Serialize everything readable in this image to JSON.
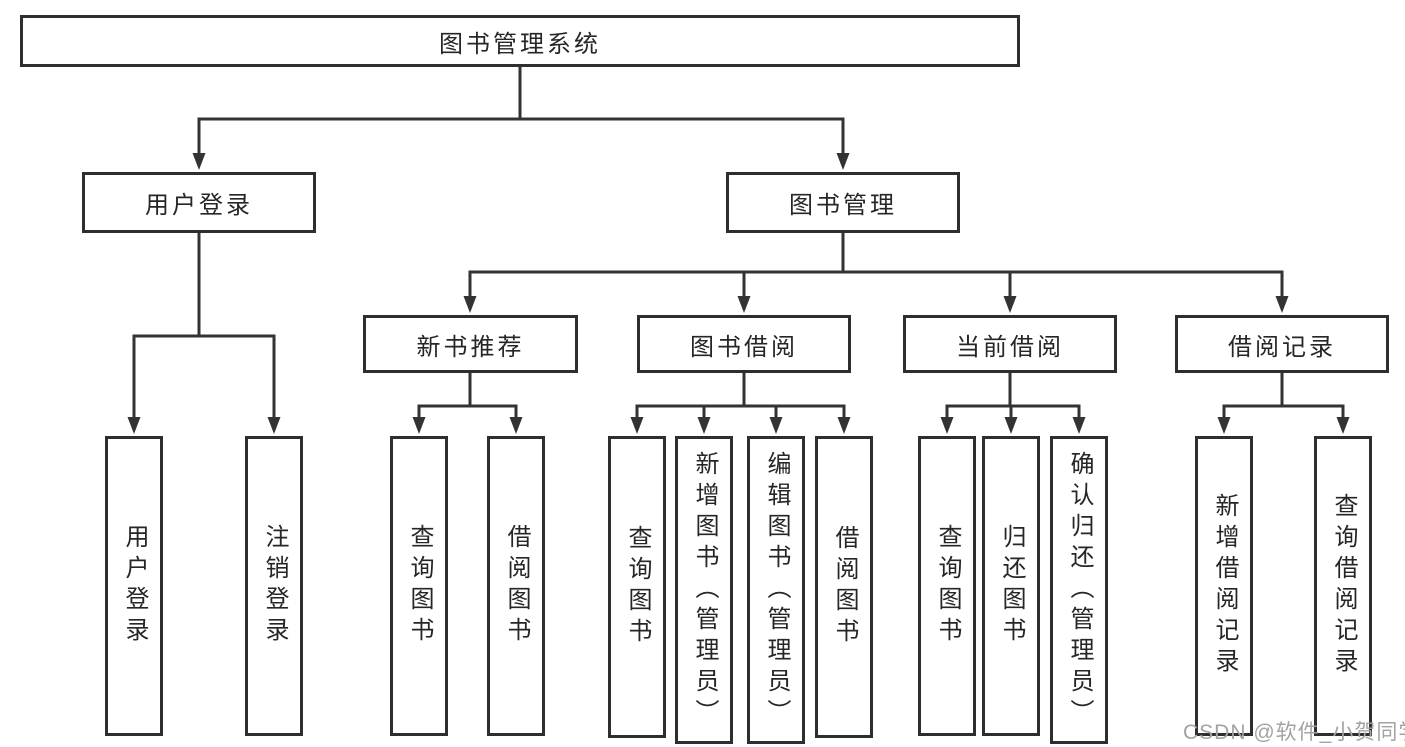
{
  "tree": {
    "label": "图书管理系统",
    "children": [
      {
        "label": "用户登录",
        "children": [
          {
            "label": "用户登录"
          },
          {
            "label": "注销登录"
          }
        ]
      },
      {
        "label": "图书管理",
        "children": [
          {
            "label": "新书推荐",
            "children": [
              {
                "label": "查询图书"
              },
              {
                "label": "借阅图书"
              }
            ]
          },
          {
            "label": "图书借阅",
            "children": [
              {
                "label": "查询图书"
              },
              {
                "label": "新增图书（管理员）"
              },
              {
                "label": "编辑图书（管理员）"
              },
              {
                "label": "借阅图书"
              }
            ]
          },
          {
            "label": "当前借阅",
            "children": [
              {
                "label": "查询图书"
              },
              {
                "label": "归还图书"
              },
              {
                "label": "确认归还（管理员）"
              }
            ]
          },
          {
            "label": "借阅记录",
            "children": [
              {
                "label": "新增借阅记录"
              },
              {
                "label": "查询借阅记录"
              }
            ]
          }
        ]
      }
    ]
  },
  "watermark": "CSDN @软件_小贺同学",
  "colors": {
    "background": "#ffffff",
    "line": "#333333",
    "box_border": "#2e2e2e",
    "text": "#262626",
    "watermark": "#a3a3a3"
  }
}
